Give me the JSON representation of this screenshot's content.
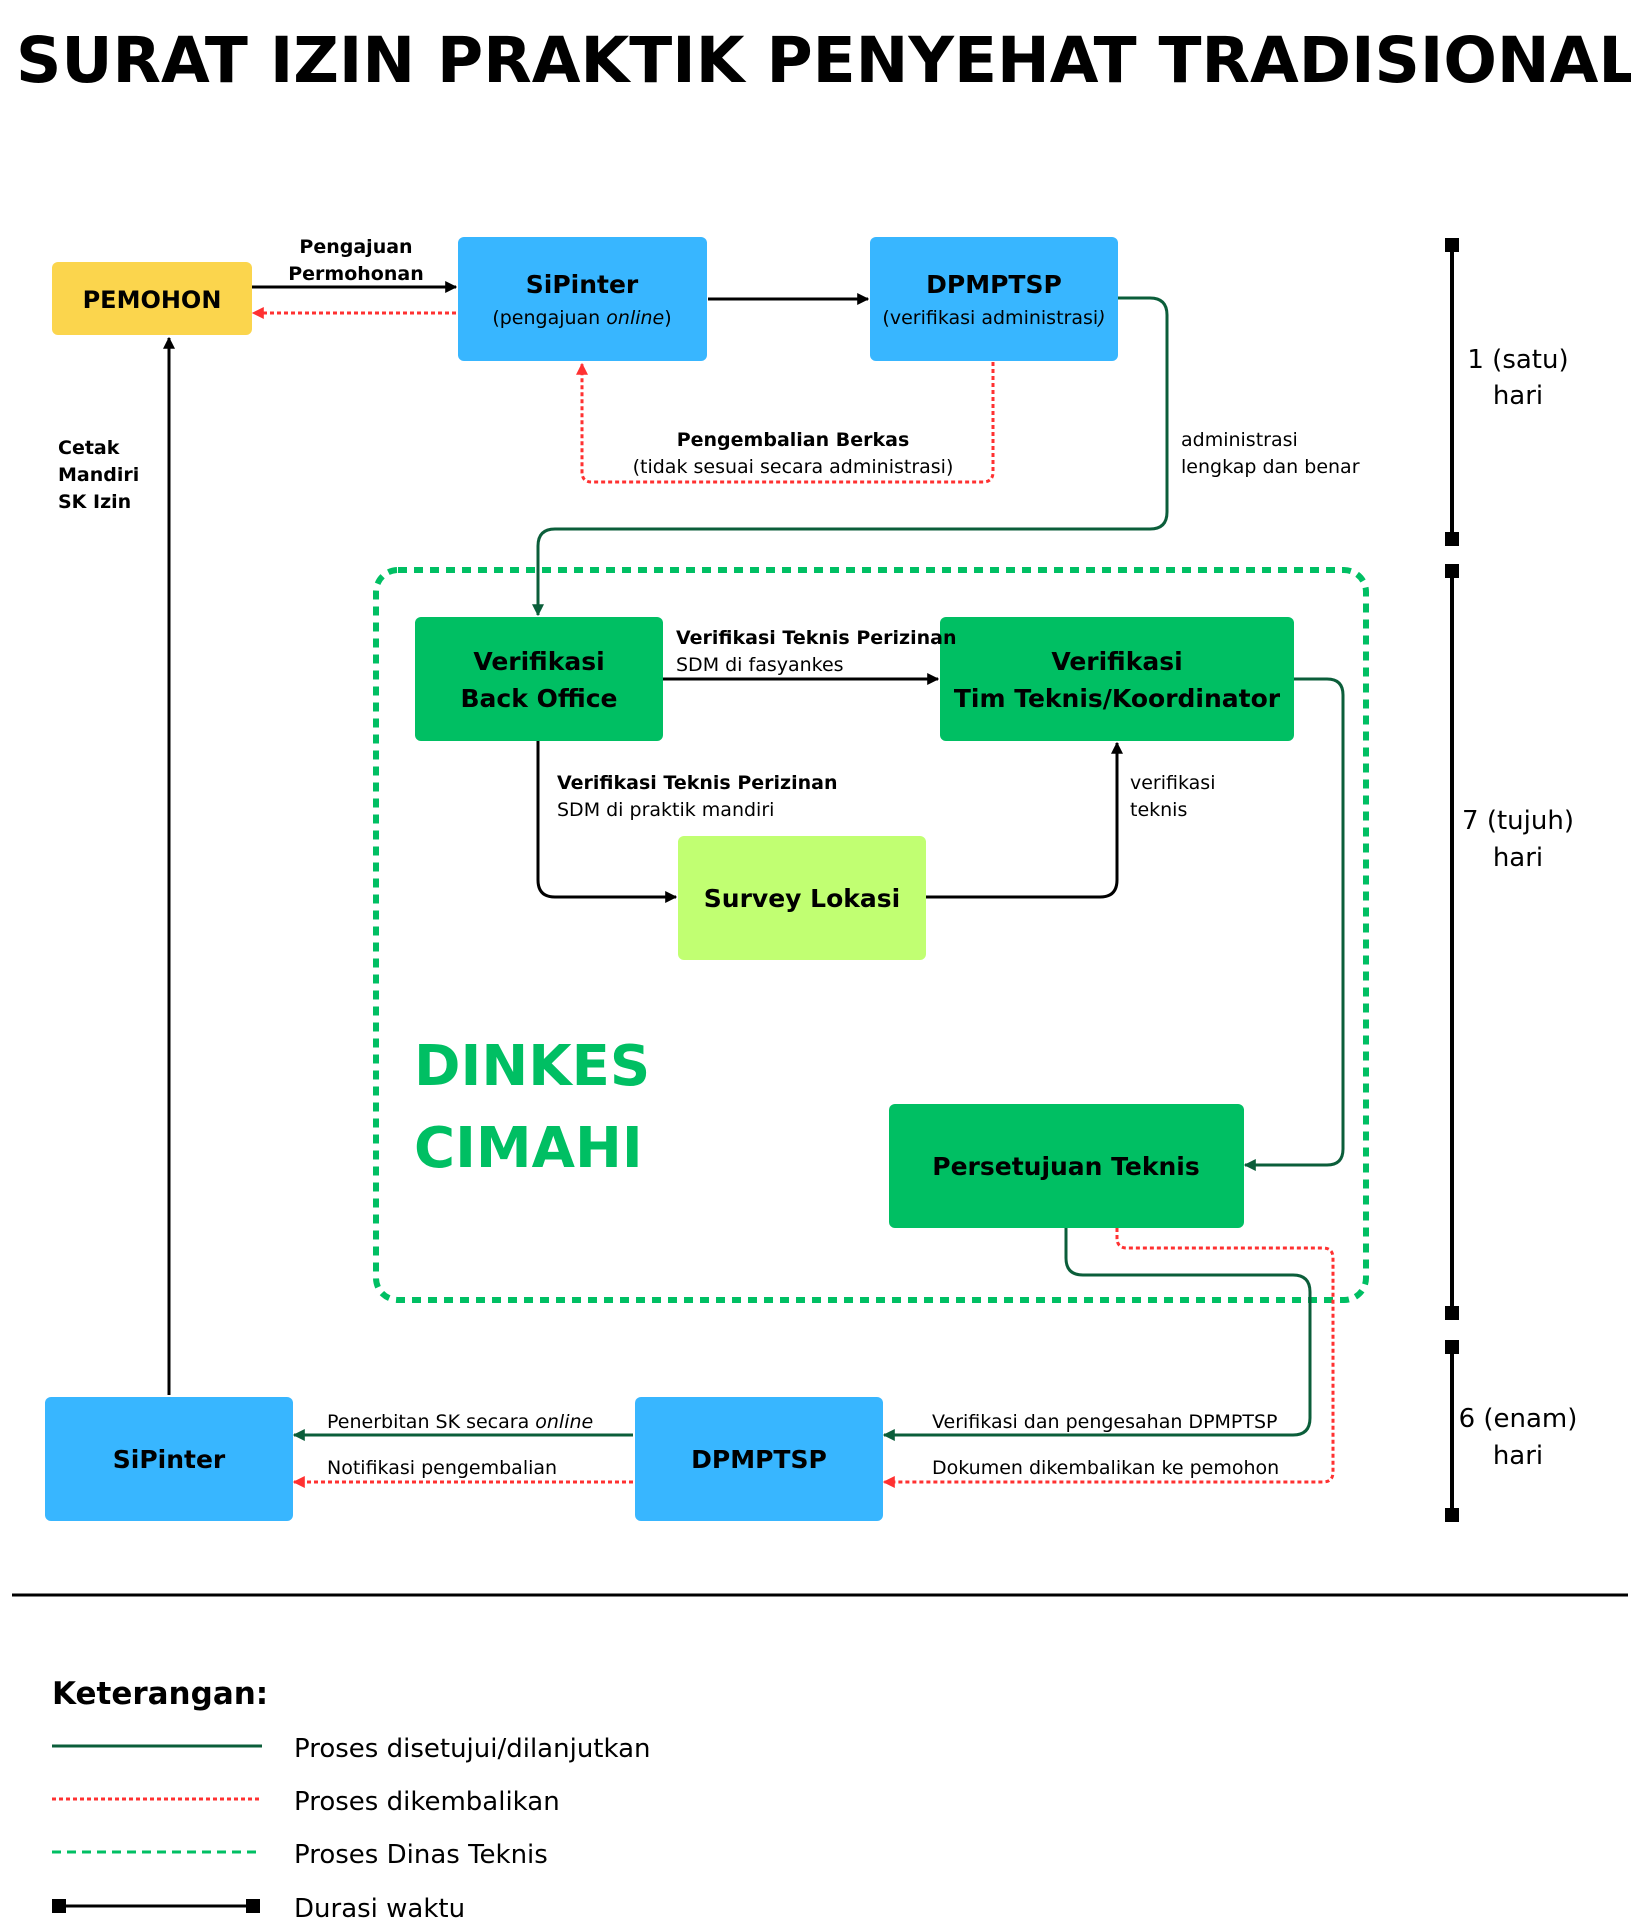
{
  "title": "SURAT IZIN PRAKTIK PENYEHAT TRADISIONAL",
  "colors": {
    "yellow": "#FBD54D",
    "blue": "#38B6FF",
    "green": "#00BF63",
    "lime": "#C1FF72",
    "dark_green": "#0B5E3A",
    "red": "#FF3131",
    "black": "#000000"
  },
  "nodes": {
    "pemohon": {
      "label": "PEMOHON"
    },
    "sipinter_top": {
      "label": "SiPinter",
      "sub_plain": "(pengajuan ",
      "sub_italic": "online",
      "sub_end": ")"
    },
    "dpmptsp_top": {
      "label": "DPMPTSP",
      "sub_plain": "(verifikasi administrasi",
      "sub_end": ")"
    },
    "back_office": {
      "line1": "Verifikasi",
      "line2": "Back Office"
    },
    "tim_teknis": {
      "line1": "Verifikasi",
      "line2": "Tim Teknis/Koordinator"
    },
    "survey": {
      "label": "Survey Lokasi"
    },
    "persetujuan": {
      "label": "Persetujuan Teknis"
    },
    "dpmptsp_bottom": {
      "label": "DPMPTSP"
    },
    "sipinter_bottom": {
      "label": "SiPinter"
    }
  },
  "region": {
    "line1": "DINKES",
    "line2": "CIMAHI"
  },
  "edge_labels": {
    "pengajuan": {
      "line1": "Pengajuan",
      "line2": "Permohonan"
    },
    "cetak": {
      "line1": "Cetak",
      "line2": "Mandiri",
      "line3": "SK Izin"
    },
    "pengembalian": {
      "bold": "Pengembalian Berkas",
      "sub": "(tidak sesuai secara administrasi)"
    },
    "administrasi": {
      "line1": "administrasi",
      "line2": "lengkap dan benar"
    },
    "fasyankes": {
      "bold": "Verifikasi Teknis Perizinan",
      "sub": "SDM di fasyankes"
    },
    "mandiri": {
      "bold": "Verifikasi Teknis Perizinan",
      "sub": "SDM di praktik mandiri"
    },
    "verifikasi_teknis": {
      "line1": "verifikasi",
      "line2": "teknis"
    },
    "pengesahan": "Verifikasi dan pengesahan DPMPTSP",
    "dikembalikan": "Dokumen dikembalikan ke pemohon",
    "penerbitan": {
      "plain": "Penerbitan SK secara ",
      "italic": "online"
    },
    "notifikasi": "Notifikasi pengembalian"
  },
  "durations": [
    {
      "value": "1 (satu)",
      "unit": "hari"
    },
    {
      "value": "7 (tujuh)",
      "unit": "hari"
    },
    {
      "value": "6 (enam)",
      "unit": "hari"
    }
  ],
  "legend": {
    "heading": "Keterangan:",
    "items": [
      {
        "label": "Proses disetujui/dilanjutkan"
      },
      {
        "label": "Proses dikembalikan"
      },
      {
        "label": "Proses Dinas Teknis"
      },
      {
        "label": "Durasi waktu"
      }
    ]
  }
}
